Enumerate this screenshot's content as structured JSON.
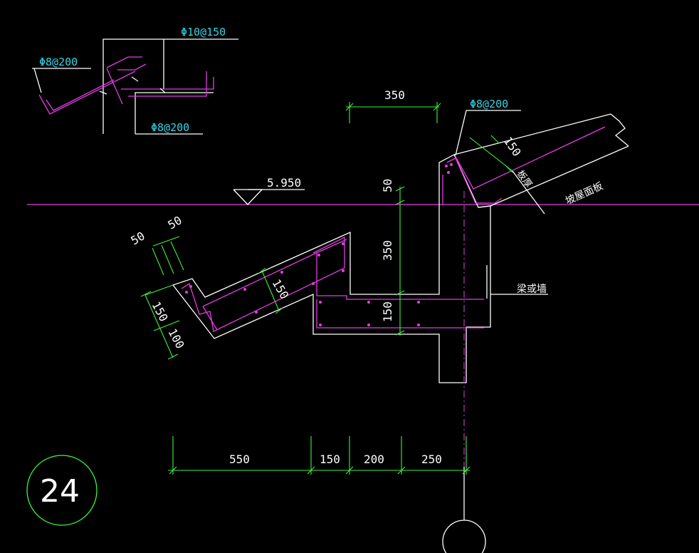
{
  "colors": {
    "background": "#000000",
    "outline": "#ffffff",
    "dimension": "#3df53d",
    "rebar": "#e33ee3",
    "label": "#37d3e6"
  },
  "inset": {
    "label_top": "Φ10@150",
    "label_left": "Φ8@200",
    "label_bottom": "Φ8@200"
  },
  "elevation": "5.950",
  "rebar_label_right": "Φ8@200",
  "wall_label": "梁或墙",
  "slab_label": "坡屋面板",
  "thickness_label": "板厚",
  "dims": {
    "top_350": "350",
    "v_50": "50",
    "v_350": "350",
    "v_150": "150",
    "slab_150_right": "150",
    "slab_150_left": "150",
    "left_50a": "50",
    "left_50b": "50",
    "left_150": "150",
    "left_100": "100",
    "bottom": [
      "550",
      "150",
      "200",
      "250"
    ]
  },
  "detail_number": "24"
}
